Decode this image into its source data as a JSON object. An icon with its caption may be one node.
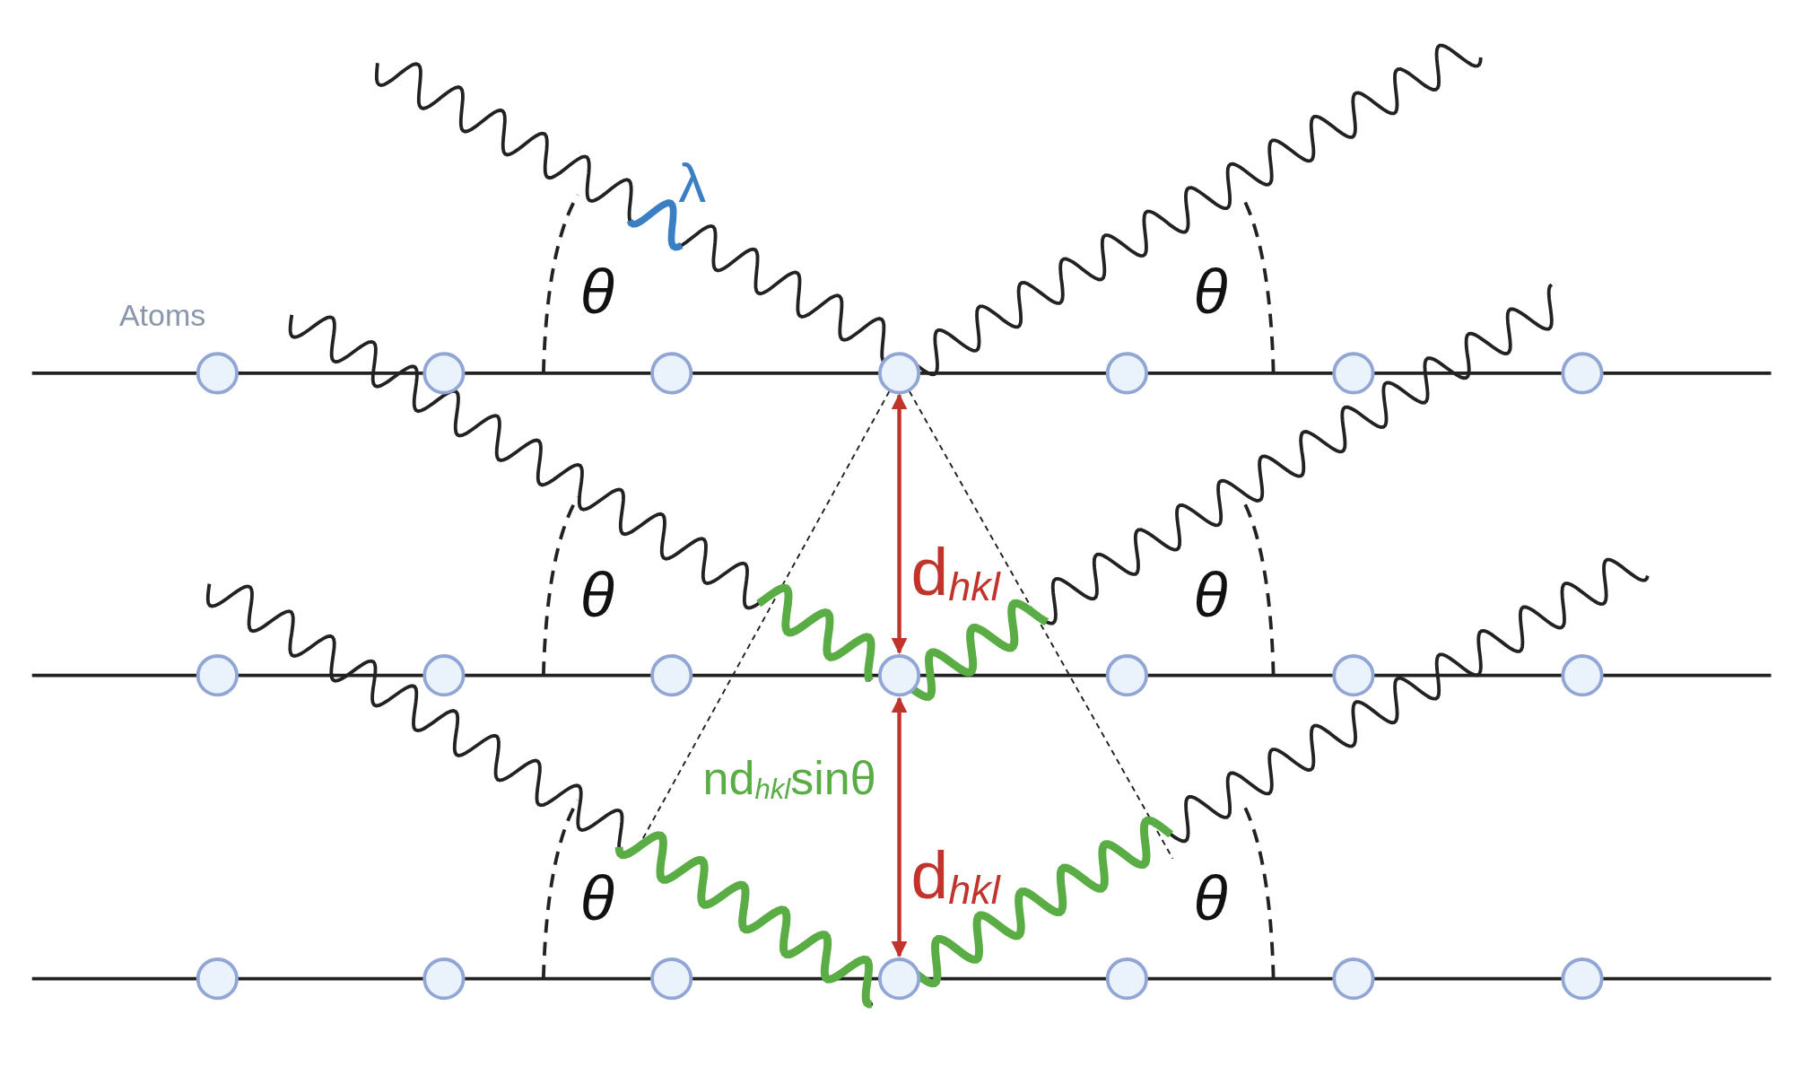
{
  "diagram": {
    "labels": [
      "λ",
      "θ",
      "θ",
      "Atoms",
      "d$_{hkl}$",
      "θ",
      "θ",
      "nd$_{hkl}$sinθ",
      "d$_{hkl}$",
      "θ",
      "θ"
    ]
  }
}
